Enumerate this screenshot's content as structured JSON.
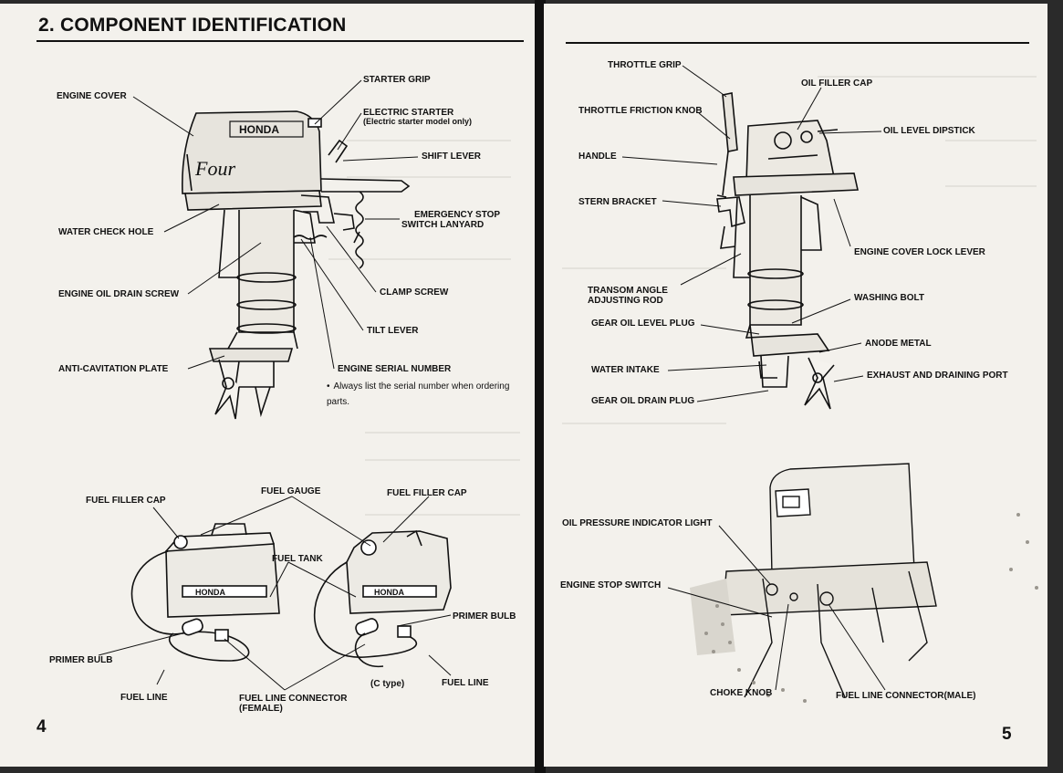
{
  "section_title": "2. COMPONENT IDENTIFICATION",
  "page_left": "4",
  "page_right": "5",
  "brand": "HONDA",
  "engine_script": "Four",
  "left_labels": {
    "engine_cover": "ENGINE COVER",
    "starter_grip": "STARTER GRIP",
    "electric_starter": "ELECTRIC STARTER",
    "electric_starter_note": "(Electric starter model only)",
    "shift_lever": "SHIFT LEVER",
    "water_check_hole": "WATER CHECK HOLE",
    "emergency_stop_1": "EMERGENCY STOP",
    "emergency_stop_2": "SWITCH LANYARD",
    "engine_oil_drain_screw": "ENGINE OIL DRAIN SCREW",
    "clamp_screw": "CLAMP SCREW",
    "tilt_lever": "TILT LEVER",
    "anti_cavitation_plate": "ANTI-CAVITATION PLATE",
    "engine_serial_number": "ENGINE SERIAL NUMBER",
    "serial_note": "Always list the serial number when ordering parts."
  },
  "fuel_labels": {
    "fuel_gauge": "FUEL GAUGE",
    "fuel_filler_cap_left": "FUEL FILLER CAP",
    "fuel_filler_cap_right": "FUEL FILLER CAP",
    "fuel_tank": "FUEL TANK",
    "primer_bulb_right": "PRIMER BULB",
    "primer_bulb_left": "PRIMER BULB",
    "fuel_line_left": "FUEL LINE",
    "fuel_line_connector_1": "FUEL LINE CONNECTOR",
    "fuel_line_connector_2": "(FEMALE)",
    "c_type": "(C type)",
    "fuel_line_right": "FUEL LINE"
  },
  "right_labels": {
    "throttle_grip": "THROTTLE GRIP",
    "oil_filler_cap": "OIL FILLER CAP",
    "throttle_friction_knob": "THROTTLE FRICTION KNOB",
    "oil_level_dipstick": "OIL LEVEL DIPSTICK",
    "handle": "HANDLE",
    "stern_bracket": "STERN BRACKET",
    "engine_cover_lock_lever": "ENGINE COVER LOCK LEVER",
    "transom_angle_1": "TRANSOM ANGLE",
    "transom_angle_2": "ADJUSTING ROD",
    "washing_bolt": "WASHING BOLT",
    "gear_oil_level_plug": "GEAR OIL LEVEL PLUG",
    "anode_metal": "ANODE METAL",
    "water_intake": "WATER INTAKE",
    "exhaust_draining_port": "EXHAUST AND DRAINING PORT",
    "gear_oil_drain_plug": "GEAR OIL DRAIN PLUG",
    "oil_pressure_indicator_light": "OIL PRESSURE INDICATOR LIGHT",
    "engine_stop_switch": "ENGINE STOP SWITCH",
    "choke_knob": "CHOKE KNOB",
    "fuel_line_connector_male": "FUEL LINE CONNECTOR(MALE)"
  }
}
